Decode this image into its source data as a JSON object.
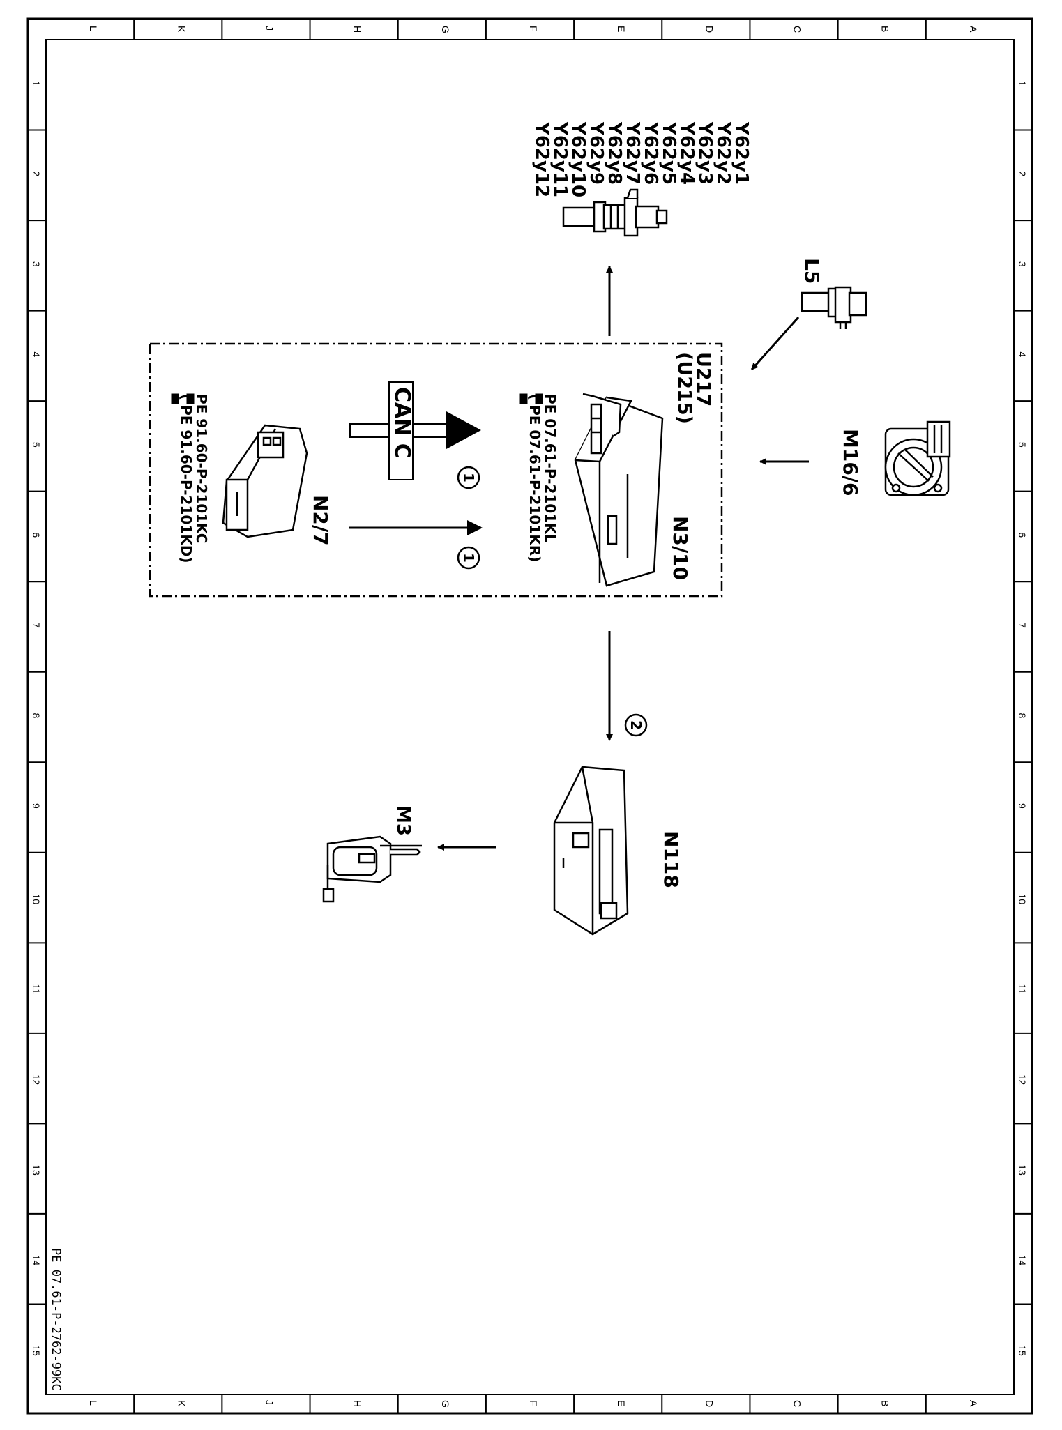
{
  "grid": {
    "letters": [
      "L",
      "K",
      "J",
      "H",
      "G",
      "F",
      "E",
      "D",
      "C",
      "B",
      "A"
    ],
    "numbers": [
      "1",
      "2",
      "3",
      "4",
      "5",
      "6",
      "7",
      "8",
      "9",
      "10",
      "11",
      "12",
      "13",
      "14",
      "15"
    ]
  },
  "components": {
    "injectors": [
      "Y62y1",
      "Y62y2",
      "Y62y3",
      "Y62y4",
      "Y62y5",
      "Y62y6",
      "Y62y7",
      "Y62y8",
      "Y62y9",
      "Y62y10",
      "Y62y11",
      "Y62y12"
    ],
    "crank_sensor": "L5",
    "throttle": "M16/6",
    "u_code": "U217",
    "u_code_alt": "(U215)",
    "ecu": "N3/10",
    "ecu_ref_1": "PE  07.61-P-2101KL",
    "ecu_ref_2": "( PE  07.61-P-2101KR)",
    "bus_label": "CAN C",
    "callout_1": "1",
    "callout_1b": "1",
    "callout_2": "2",
    "tcm": "N2/7",
    "tcm_ref_1": "PE  91.60-P-2101KC",
    "tcm_ref_2": "( PE  91.60-P-2101KD)",
    "relay_module": "N118",
    "fuel_pump": "M3"
  },
  "footer": "PE 07.61-P-2762-99KC"
}
